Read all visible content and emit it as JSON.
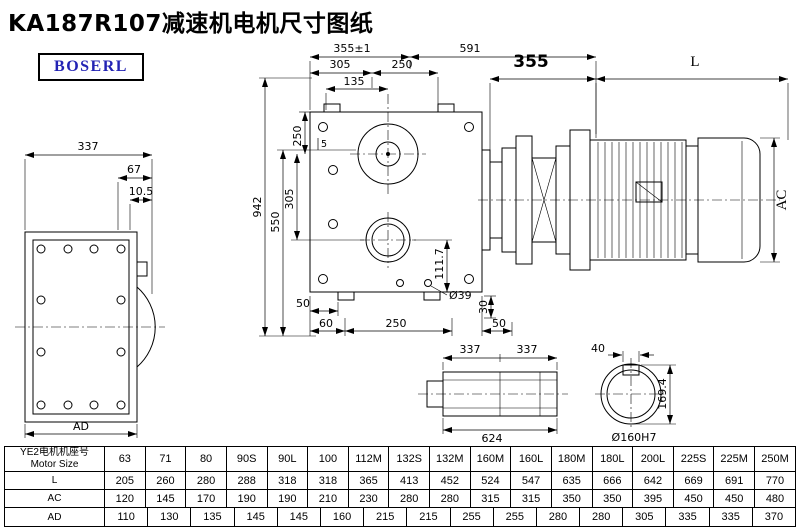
{
  "title": "KA187R107减速机电机尺寸图纸",
  "logo": "BOSERL",
  "colors": {
    "logo_text": "#2323b4",
    "line": "#000000",
    "background": "#ffffff"
  },
  "dims": {
    "side": {
      "w": "337",
      "a": "67",
      "b": "10.5",
      "ad": "AD"
    },
    "front": {
      "top1": "355±1",
      "top2": "591",
      "top3": "305",
      "top4": "250",
      "top5": "135",
      "left1": "250",
      "left2": "5",
      "left3": "305",
      "left4": "550",
      "left5": "942",
      "right1": "111.7",
      "bot1": "50",
      "bot2": "60",
      "bot3": "250",
      "bot4": "Ø39",
      "bot5": "30",
      "bot6": "50"
    },
    "motor": {
      "flange": "355",
      "length": "L",
      "diameter": "AC"
    },
    "shaft": {
      "a": "337",
      "b": "337",
      "total": "624"
    },
    "bore": {
      "key": "40",
      "height": "169.4",
      "dia": "Ø160H7"
    }
  },
  "table": {
    "header": {
      "cn": "YE2电机机座号",
      "en": "Motor Size"
    },
    "columns": [
      "63",
      "71",
      "80",
      "90S",
      "90L",
      "100",
      "112M",
      "132S",
      "132M",
      "160M",
      "160L",
      "180M",
      "180L",
      "200L",
      "225S",
      "225M",
      "250M"
    ],
    "rows": [
      {
        "label": "L",
        "values": [
          "205",
          "260",
          "280",
          "288",
          "318",
          "318",
          "365",
          "413",
          "452",
          "524",
          "547",
          "635",
          "666",
          "642",
          "669",
          "691",
          "770"
        ]
      },
      {
        "label": "AC",
        "values": [
          "120",
          "145",
          "170",
          "190",
          "190",
          "210",
          "230",
          "280",
          "280",
          "315",
          "315",
          "350",
          "350",
          "395",
          "450",
          "450",
          "480"
        ]
      },
      {
        "label": "AD",
        "values": [
          "110",
          "130",
          "135",
          "145",
          "145",
          "160",
          "215",
          "215",
          "255",
          "255",
          "280",
          "280",
          "305",
          "335",
          "335",
          "370"
        ]
      }
    ]
  }
}
